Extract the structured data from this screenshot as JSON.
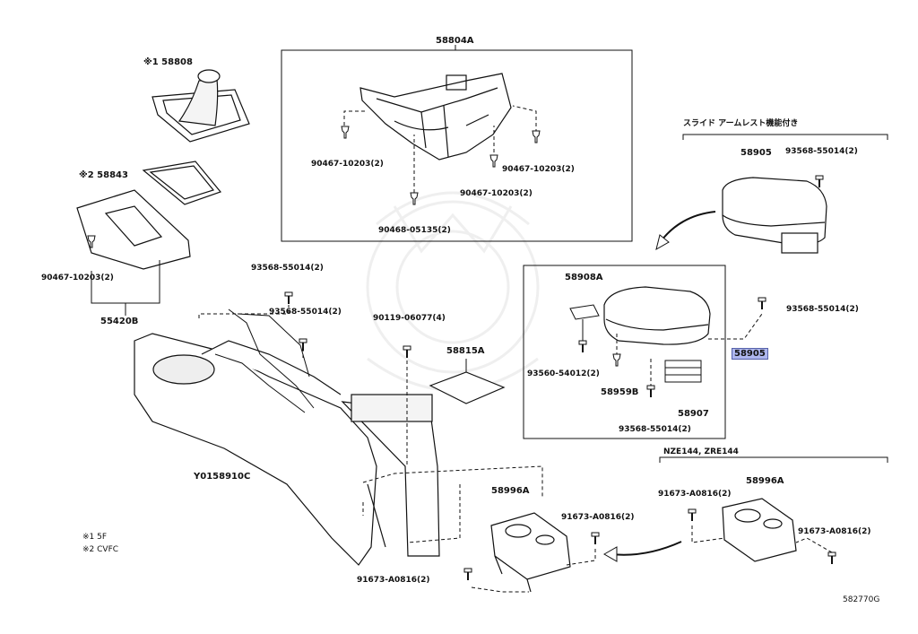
{
  "parts": {
    "p58804A": "58804A",
    "p58808": "※1 58808",
    "p58843": "※2 58843",
    "p90467_a": "90467-10203(2)",
    "p90467_b": "90467-10203(2)",
    "p90467_c": "90467-10203(2)",
    "p90467_d": "90467-10203(2)",
    "p90468": "90468-05135(2)",
    "p55420B": "55420B",
    "p93568_a": "93568-55014(2)",
    "p93568_b": "93568-55014(2)",
    "p93568_c": "93568-55014(2)",
    "p93568_d": "93568-55014(2)",
    "p93568_e": "93568-55014(2)",
    "p90119": "90119-06077(4)",
    "p58815A": "58815A",
    "p58908A": "58908A",
    "p93560": "93560-54012(2)",
    "p58959B": "58959B",
    "p58907": "58907",
    "p58905_top": "58905",
    "p58905_hl": "58905",
    "pY01": "Y0158910C",
    "p58996A_l": "58996A",
    "p58996A_r": "58996A",
    "p91673_a": "91673-A0816(2)",
    "p91673_b": "91673-A0816(2)",
    "p91673_c": "91673-A0816(2)",
    "p91673_d": "91673-A0816(2)"
  },
  "group_labels": {
    "slide_armrest": "スライド アームレスト機能付き",
    "nze": "NZE144, ZRE144"
  },
  "notes": {
    "n1": "※1  5F",
    "n2": "※2  CVFC"
  },
  "figure_id": "582770G"
}
